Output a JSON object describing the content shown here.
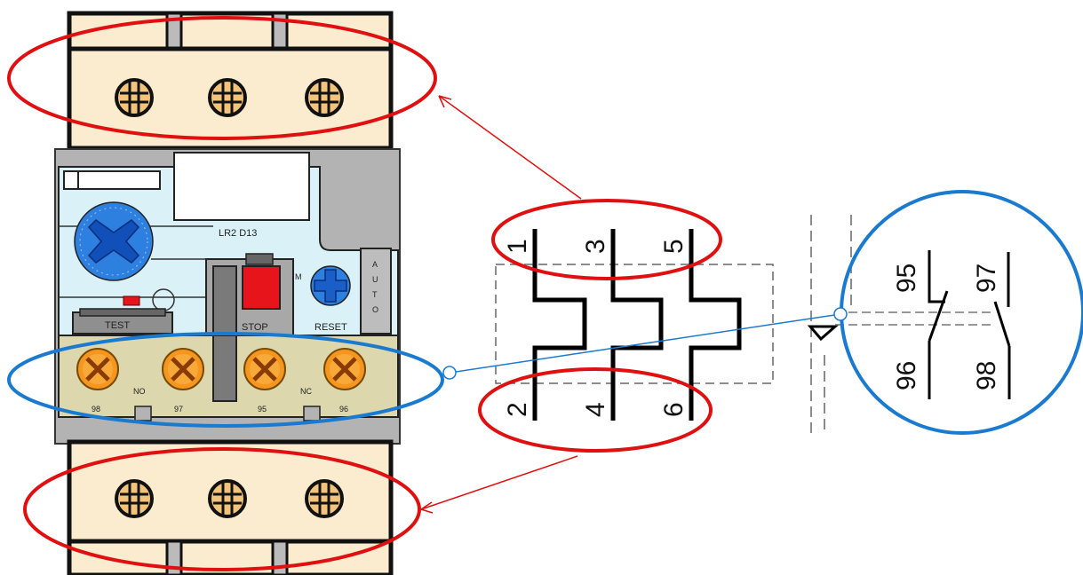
{
  "device": {
    "model_label": "LR2 D13",
    "test_label": "TEST",
    "stop_label": "STOP",
    "reset_label": "RESET",
    "m_label": "M",
    "auto_letters": [
      "A",
      "U",
      "T",
      "O"
    ],
    "aux_terminals": [
      {
        "number": "98"
      },
      {
        "number": "97"
      },
      {
        "number": "95"
      },
      {
        "number": "96"
      }
    ],
    "no_label": "NO",
    "nc_label": "NC"
  },
  "schematic": {
    "top_terminals": [
      "1",
      "3",
      "5"
    ],
    "bottom_terminals": [
      "2",
      "4",
      "6"
    ]
  },
  "aux_contacts": {
    "nc_top": "95",
    "nc_bottom": "96",
    "no_top": "97",
    "no_bottom": "98"
  },
  "colors": {
    "highlight_red": "#e01010",
    "highlight_blue": "#1a7ad0",
    "housing_cream": "#fbebcf",
    "body_lightblue": "#d9f1f7",
    "dial_blue": "#2d7fe0",
    "stop_red": "#e8141c",
    "terminal_strip": "#dcd7ad",
    "screw_orange": "#f5961f",
    "screw_tan": "#f2c47b"
  }
}
